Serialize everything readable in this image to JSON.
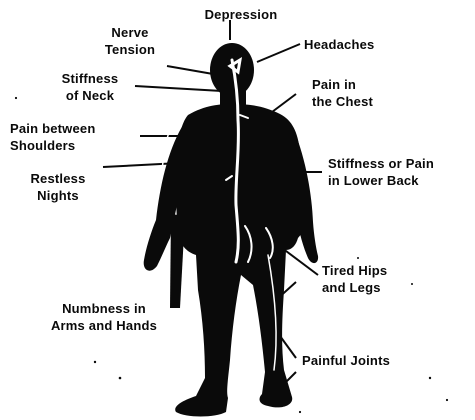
{
  "labels": {
    "depression": "Depression",
    "nerve_tension": [
      "Nerve",
      "Tension"
    ],
    "headaches": "Headaches",
    "stiffness_neck": [
      "Stiffness",
      "of Neck"
    ],
    "pain_chest": [
      "Pain in",
      "the Chest"
    ],
    "pain_shoulders": [
      "Pain between",
      "Shoulders"
    ],
    "stiffness_back": [
      "Stiffness or Pain",
      "in Lower Back"
    ],
    "restless_nights": [
      "Restless",
      "Nights"
    ],
    "tired_hips": [
      "Tired Hips",
      "and Legs"
    ],
    "numbness": [
      "Numbness in",
      "Arms and Hands"
    ],
    "painful_joints": "Painful Joints"
  },
  "colors": {
    "figure": "#0a0a0a",
    "background": "#ffffff",
    "highlight": "#ffffff"
  }
}
